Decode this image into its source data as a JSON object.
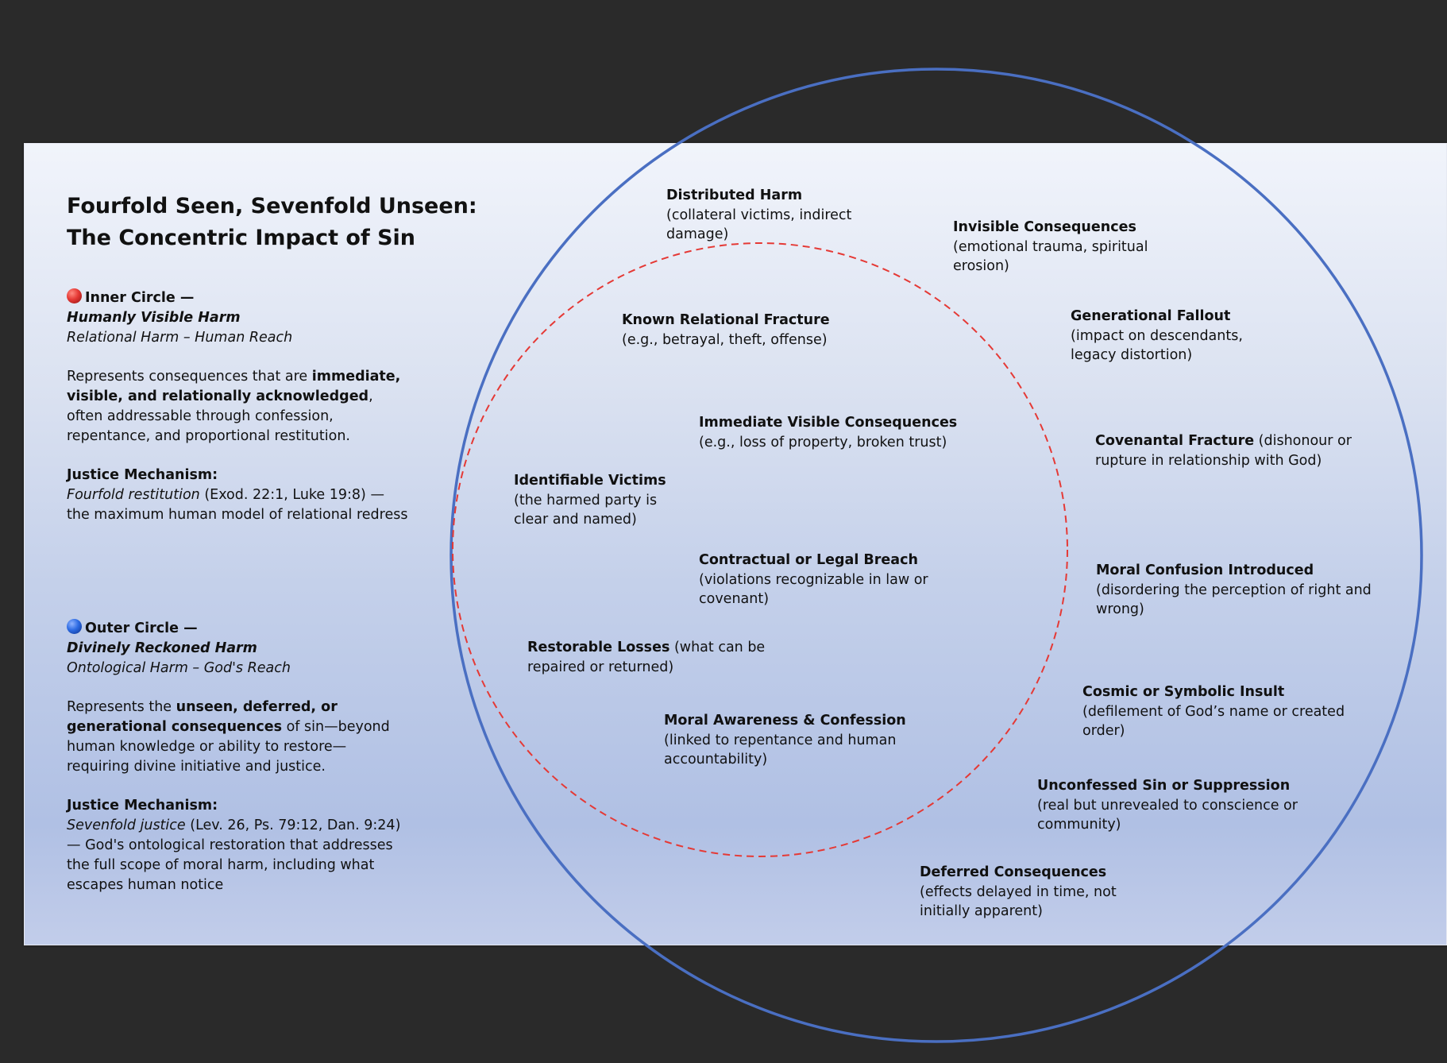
{
  "title_line1": "Fourfold Seen, Sevenfold Unseen:",
  "title_line2": "The Concentric Impact of Sin",
  "legend": {
    "inner": {
      "heading": "Inner Circle —",
      "name": "Humanly Visible Harm",
      "subtitle": "Relational Harm – Human Reach",
      "desc_pre": "Represents consequences that are ",
      "desc_bold": "immediate, visible, and relationally acknowledged",
      "desc_post": ", often addressable through confession, repentance, and proportional restitution.",
      "mech_label": "Justice Mechanism:",
      "mech_italic": "Fourfold restitution",
      "mech_rest": " (Exod. 22:1, Luke 19:8) — the maximum human model of relational redress",
      "color": "#e53935"
    },
    "outer": {
      "heading": "Outer Circle —",
      "name": "Divinely Reckoned Harm",
      "subtitle": "Ontological Harm – God's Reach",
      "desc_pre": "Represents the ",
      "desc_bold": "unseen, deferred, or generational consequences",
      "desc_post": " of sin—beyond human knowledge or ability to restore—requiring divine initiative and justice.",
      "mech_label": "Justice Mechanism:",
      "mech_italic": "Sevenfold justice",
      "mech_rest": " (Lev. 26, Ps. 79:12, Dan. 9:24) — God's ontological restoration that addresses the full scope of moral harm, including what escapes human notice",
      "color": "#2d6be3"
    }
  },
  "inner_labels": [
    {
      "title": "Known Relational Fracture",
      "rest": " (e.g., betrayal, theft, offense)"
    },
    {
      "title": "Immediate Visible Consequences",
      "rest": " (e.g., loss of property, broken trust)"
    },
    {
      "title": "Identifiable Victims",
      "rest": " (the harmed party is clear and named)"
    },
    {
      "title": "Contractual or Legal Breach",
      "rest": " (violations recognizable in law or covenant)"
    },
    {
      "title": "Restorable Losses",
      "rest": " (what can be repaired or returned)"
    },
    {
      "title": "Moral Awareness & Confession",
      "rest": " (linked to repentance and human accountability)"
    }
  ],
  "outer_labels": [
    {
      "title": "Distributed Harm",
      "rest": " (collateral victims, indirect damage)"
    },
    {
      "title": "Invisible Consequences",
      "rest": " (emotional trauma, spiritual erosion)"
    },
    {
      "title": "Generational Fallout",
      "rest": " (impact on descendants, legacy distortion)"
    },
    {
      "title": "Covenantal Fracture",
      "rest": " (dishonour or rupture in relationship with God)"
    },
    {
      "title": "Moral Confusion Introduced",
      "rest": " (disordering the perception of right and wrong)"
    },
    {
      "title": "Cosmic or Symbolic Insult",
      "rest": " (defilement of God’s name or created order)"
    },
    {
      "title": "Unconfessed Sin or Suppression",
      "rest": " (real but unrevealed to conscience or community)"
    },
    {
      "title": "Deferred Consequences",
      "rest": " (effects delayed in time, not initially apparent)"
    }
  ],
  "colors": {
    "background": "#2a2a2a",
    "outer_circle": "#4a6fc2",
    "inner_circle": "#e53935"
  }
}
